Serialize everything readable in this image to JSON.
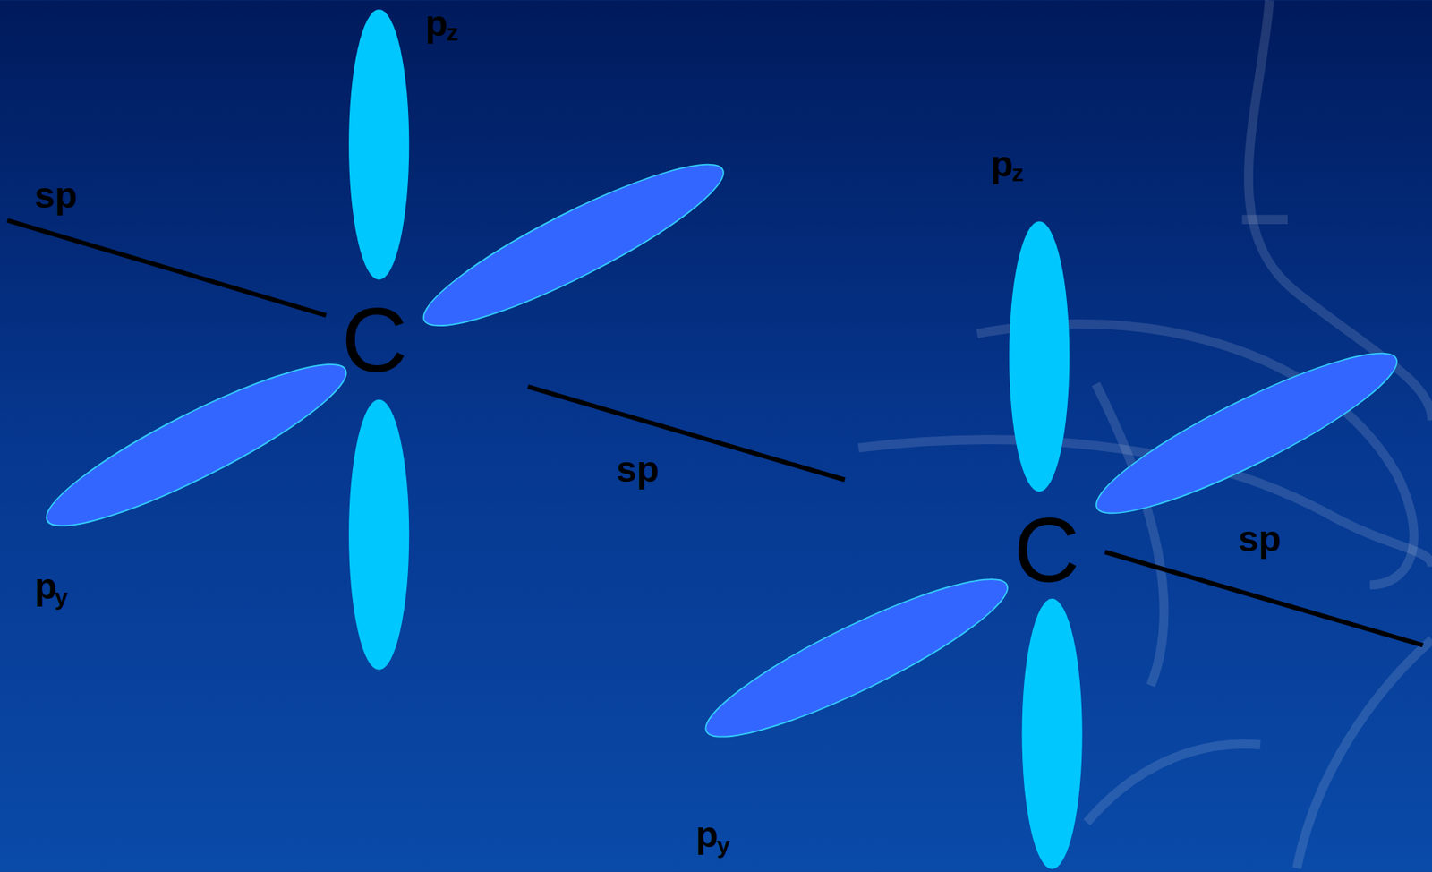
{
  "diagram": {
    "labels": [
      "p",
      "z",
      "sp",
      "p",
      "z",
      "C",
      "sp",
      "sp",
      "C",
      "p",
      "y",
      "p",
      "y"
    ]
  }
}
